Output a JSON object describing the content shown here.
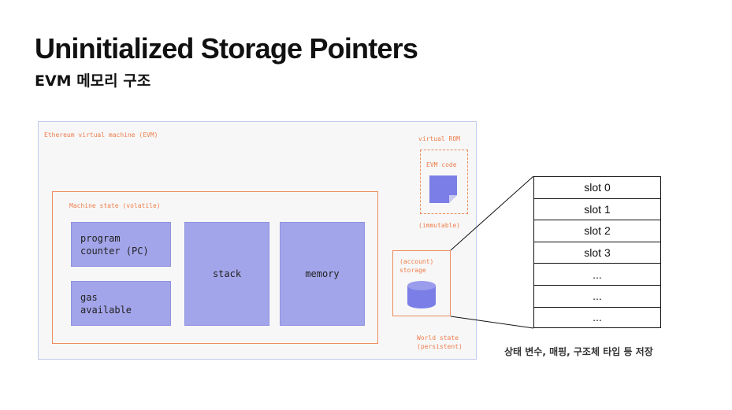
{
  "title": "Uninitialized Storage Pointers",
  "subtitle": "EVM 메모리 구조",
  "evm": {
    "label": "Ethereum virtual machine (EVM)",
    "rom_label": "virtual ROM",
    "rom_code": "EVM code",
    "rom_note": "(immutable)",
    "machine_label": "Machine state (volatile)",
    "pc_line1": "program",
    "pc_line2": "counter (PC)",
    "gas_line1": "gas",
    "gas_line2": "available",
    "stack": "stack",
    "memory": "memory",
    "storage_line1": "(account)",
    "storage_line2": "storage",
    "world_line1": "World state",
    "world_line2": "(persistent)"
  },
  "slots": [
    "slot 0",
    "slot 1",
    "slot 2",
    "slot 3",
    "...",
    "...",
    "..."
  ],
  "caption": "상태 변수, 매핑, 구조체 타입 등 저장",
  "colors": {
    "accent": "#ee7e4c",
    "box": "#a3a5ea",
    "evm_border": "#c3c8ee"
  }
}
